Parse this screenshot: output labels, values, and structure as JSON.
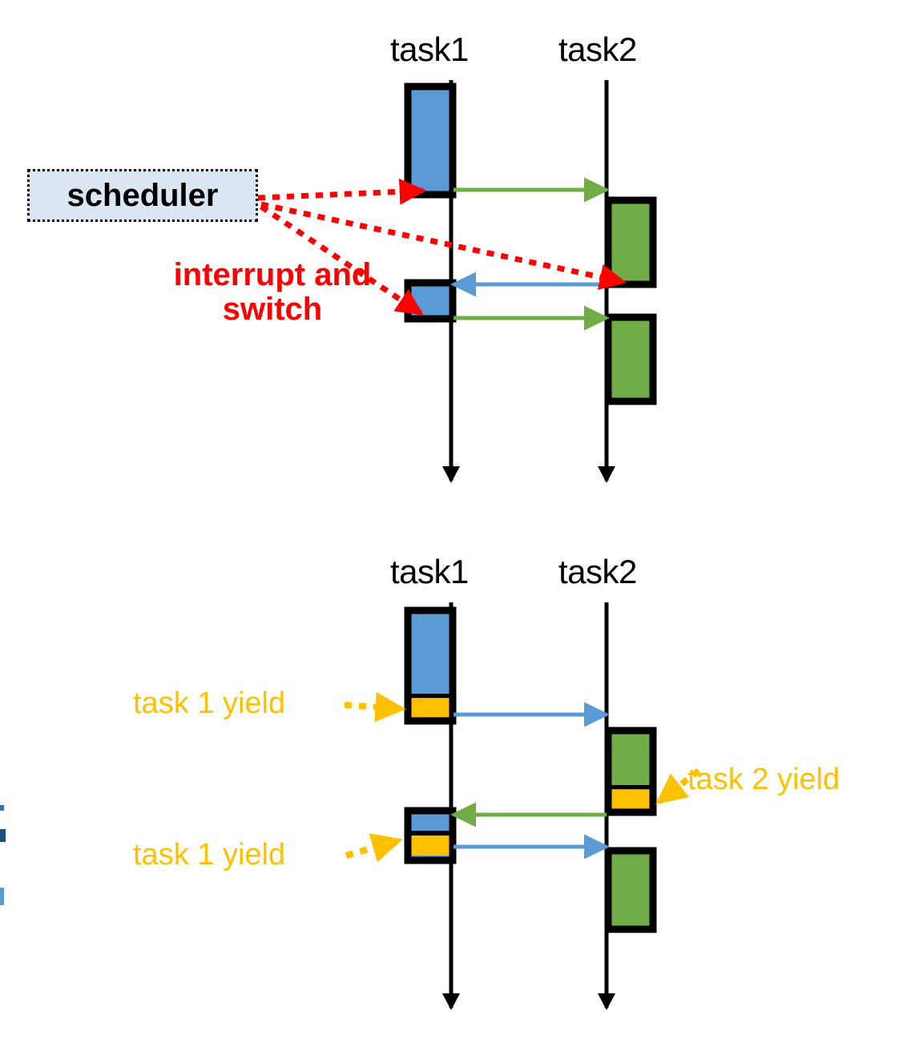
{
  "diagram": {
    "title_note": "task scheduling sequence diagram",
    "colors": {
      "task1_block": "#5b9bd5",
      "task2_block": "#70ad47",
      "yield_band": "#ffc000",
      "interrupt_arrow": "#ff0000",
      "scheduler_fill": "#dce6f2",
      "lifeline": "#000000",
      "green_arrow": "#70ad47",
      "blue_arrow": "#5b9bd5",
      "yellow_arrow": "#ffc000"
    },
    "panels": [
      {
        "id": "preemptive",
        "lanes": [
          {
            "name": "lane-task1",
            "label": "task1"
          },
          {
            "name": "lane-task2",
            "label": "task2"
          }
        ],
        "scheduler": {
          "label": "scheduler"
        },
        "annotation": {
          "label": "interrupt and\nswitch"
        },
        "messages": [
          {
            "name": "msg-task1-to-task2-1",
            "color": "#70ad47",
            "direction": "right"
          },
          {
            "name": "msg-task2-to-task1-1",
            "color": "#5b9bd5",
            "direction": "left"
          },
          {
            "name": "msg-task1-to-task2-2",
            "color": "#70ad47",
            "direction": "right"
          }
        ],
        "interrupt_arrows": [
          {
            "name": "interrupt-arrow-1",
            "target": "task1-block-1"
          },
          {
            "name": "interrupt-arrow-2",
            "target": "task2-block-1"
          },
          {
            "name": "interrupt-arrow-3",
            "target": "task1-block-2"
          }
        ]
      },
      {
        "id": "cooperative",
        "lanes": [
          {
            "name": "lane-task1",
            "label": "task1"
          },
          {
            "name": "lane-task2",
            "label": "task2"
          }
        ],
        "yield_labels": [
          {
            "name": "yield-label-task1-first",
            "label": "task 1 yield"
          },
          {
            "name": "yield-label-task2",
            "label": "task 2 yield"
          },
          {
            "name": "yield-label-task1-second",
            "label": "task 1 yield"
          }
        ],
        "messages": [
          {
            "name": "msg-task1-to-task2-1",
            "color": "#5b9bd5",
            "direction": "right"
          },
          {
            "name": "msg-task2-to-task1-1",
            "color": "#70ad47",
            "direction": "left"
          },
          {
            "name": "msg-task1-to-task2-2",
            "color": "#5b9bd5",
            "direction": "right"
          }
        ]
      }
    ]
  }
}
